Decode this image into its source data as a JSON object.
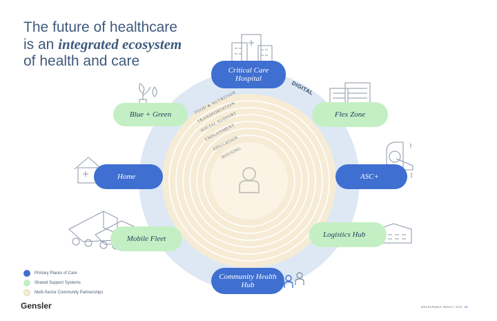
{
  "title": {
    "line1": "The future of healthcare",
    "line2_prefix": "is an ",
    "line2_emphasis": "integrated ecosystem",
    "line3": "of health and care"
  },
  "rings": {
    "outer_label": "DIGITAL",
    "sector_labels": [
      "FOOD & NUTRITION",
      "TRANSPORTATION",
      "SOCIAL SUPPORT",
      "EMPLOYMENT",
      "EDUCATION",
      "HOUSING"
    ]
  },
  "places": {
    "critical_care": "Critical Care Hospital",
    "blue_green": "Blue + Green",
    "flex_zone": "Flex Zone",
    "home": "Home",
    "asc": "ASC+",
    "mobile_fleet": "Mobile Fleet",
    "logistics_hub": "Logistics Hub",
    "community_hub": "Community Health Hub"
  },
  "legend": {
    "primary": "Primary Places of Care",
    "shared": "Shared Support Systems",
    "multi_sector": "Multi-Sector Community Partnerships"
  },
  "colors": {
    "primary": "#3f6fd0",
    "shared": "#c4efc4",
    "multi_sector": "#f6ecd6",
    "outer_ring": "#dde8f4",
    "title": "#3f5a7c"
  },
  "icons": [
    "hospital-icon",
    "plant-icon",
    "office-buildings-icon",
    "house-icon",
    "mri-scanner-icon",
    "trucks-icon",
    "warehouse-icon",
    "people-icon",
    "person-icon"
  ],
  "brand": "Gensler",
  "footer": {
    "text": "MEASURABLE IMPACT 2024",
    "page": "33"
  }
}
